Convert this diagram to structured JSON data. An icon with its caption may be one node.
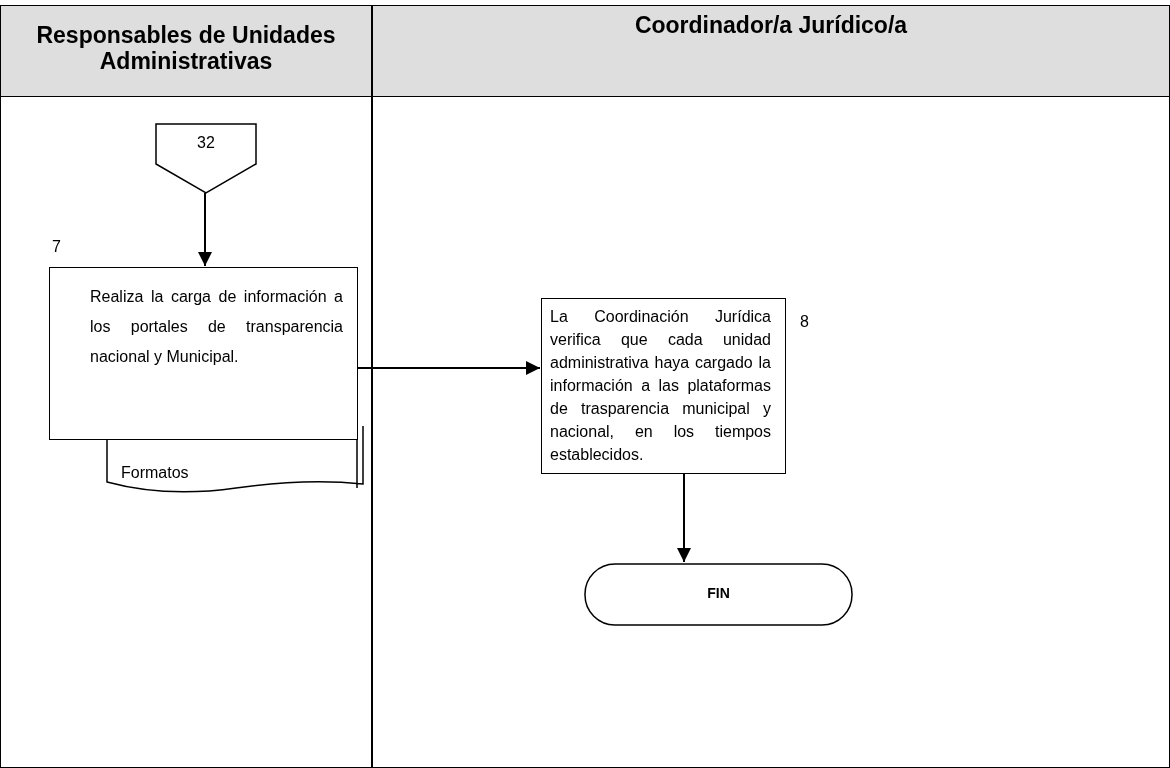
{
  "diagram": {
    "nodes": [
      {
        "text": [
          "Responsables de Unidades Administrativas"
        ]
      },
      {
        "text": [
          "Coordinador/a Jurídico/a"
        ]
      },
      {
        "text": [
          "32"
        ],
        "in": 0
      },
      {
        "text": [
          "Realiza la carga de información a los portales de transparencia nacional y Municipal."
        ],
        "in": 0,
        "beside": [
          "7"
        ]
      },
      {
        "text": [
          "Formatos"
        ],
        "in": 0
      },
      {
        "text": [
          "La Coordinación Jurídica verifica que cada unidad administrativa haya cargado la información a las plataformas de trasparencia municipal y nacional, en los tiempos establecidos."
        ],
        "in": 1,
        "beside": [
          "8"
        ]
      },
      {
        "text": [
          "FIN"
        ],
        "in": 1
      }
    ],
    "edges": [
      {
        "from": 2,
        "to": 3,
        "arrow": "to"
      },
      {
        "from": 3,
        "to": 5,
        "arrow": "to"
      },
      {
        "from": 5,
        "to": 6,
        "arrow": "to"
      }
    ]
  }
}
